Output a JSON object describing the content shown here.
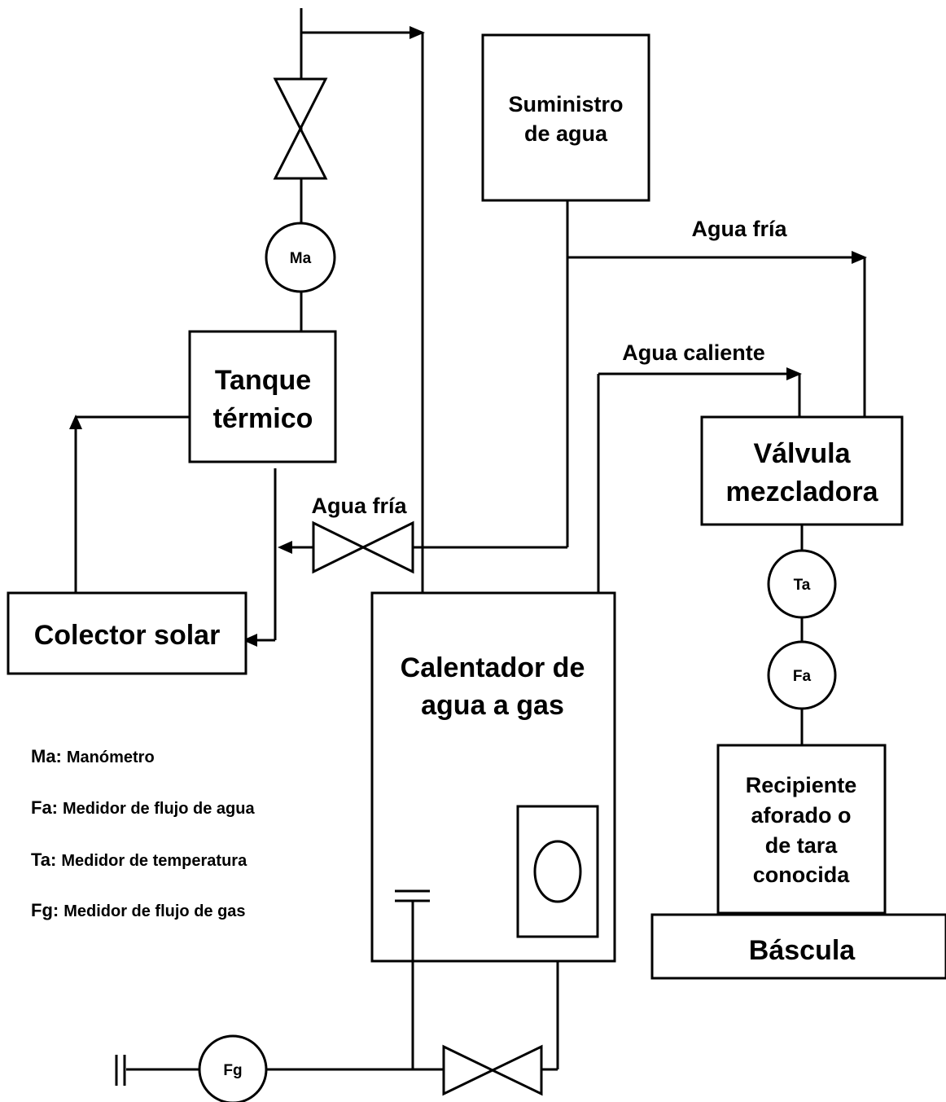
{
  "boxes": {
    "suministro": [
      "Suministro",
      "de agua"
    ],
    "tanque": [
      "Tanque",
      "térmico"
    ],
    "colector": [
      "Colector solar"
    ],
    "calentador": [
      "Calentador de",
      "agua a gas"
    ],
    "valvula": [
      "Válvula",
      "mezcladora"
    ],
    "recipiente": [
      "Recipiente",
      "aforado o",
      "de tara",
      "conocida"
    ],
    "bascula": [
      "Báscula"
    ]
  },
  "instruments": {
    "ma": "Ma",
    "ta": "Ta",
    "fa": "Fa",
    "fg": "Fg"
  },
  "flow_labels": {
    "agua_fria_top": "Agua fría",
    "agua_caliente": "Agua caliente",
    "agua_fria_left": "Agua fría"
  },
  "legend": [
    {
      "key": "Ma:",
      "text": "Manómetro"
    },
    {
      "key": "Fa:",
      "text": "Medidor de flujo de agua"
    },
    {
      "key": "Ta:",
      "text": "Medidor de temperatura"
    },
    {
      "key": "Fg:",
      "text": "Medidor de flujo de gas"
    }
  ]
}
